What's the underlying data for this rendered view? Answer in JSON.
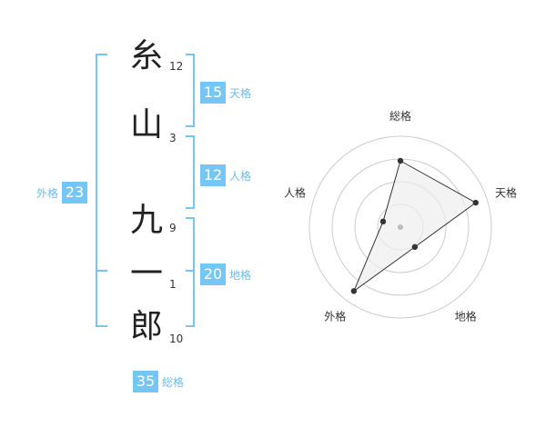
{
  "name": {
    "chars": [
      {
        "char": "糸",
        "strokes": "12"
      },
      {
        "char": "山",
        "strokes": "3"
      },
      {
        "char": "九",
        "strokes": "9"
      },
      {
        "char": "一",
        "strokes": "1"
      },
      {
        "char": "郎",
        "strokes": "10"
      }
    ]
  },
  "fortunes": {
    "tenkaku": {
      "label": "天格",
      "value": "15"
    },
    "jinkaku": {
      "label": "人格",
      "value": "12"
    },
    "chikaku": {
      "label": "地格",
      "value": "20"
    },
    "gaikaku": {
      "label": "外格",
      "value": "23"
    },
    "soukaku": {
      "label": "総格",
      "value": "35"
    }
  },
  "radar": {
    "axes": [
      "総格",
      "天格",
      "地格",
      "外格",
      "人格"
    ],
    "levels": 4,
    "max": 1,
    "values": [
      0.73,
      0.87,
      0.27,
      0.87,
      0.2
    ],
    "colors": {
      "grid": "#cccccc",
      "fill": "#eeeeee",
      "line": "#333333",
      "point": "#333333",
      "center": "#bbbbbb"
    }
  },
  "colors": {
    "accent": "#76c6f5",
    "accent_text": "#6bbce8"
  }
}
